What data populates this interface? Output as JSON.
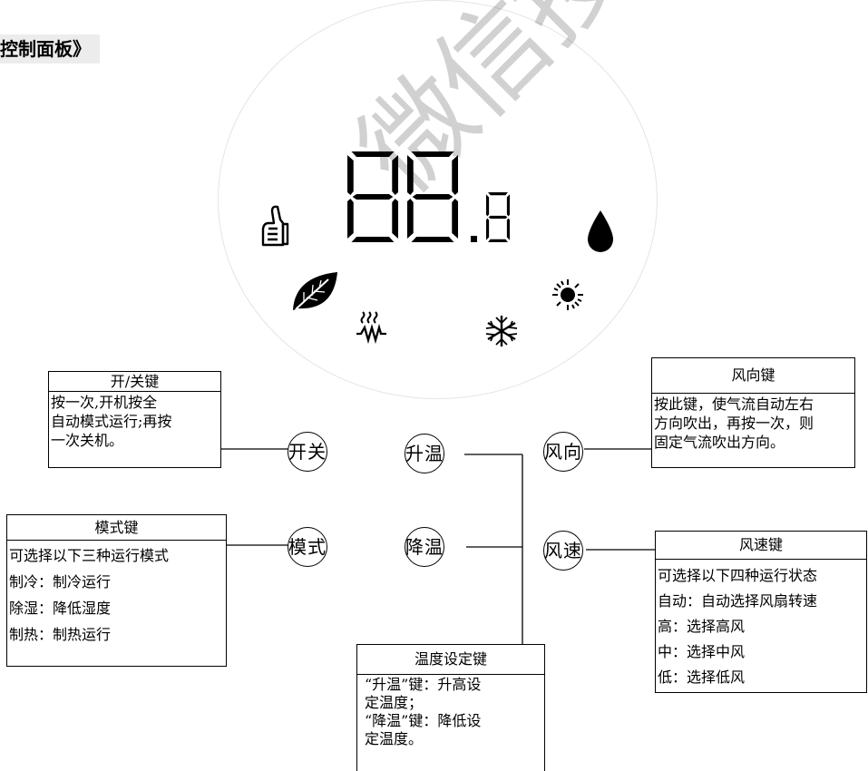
{
  "header": {
    "title": "控制面板》"
  },
  "display": {
    "digits": "88.8"
  },
  "icons": [
    "thumbs-up-icon",
    "leaf-icon",
    "heat-icon",
    "snowflake-icon",
    "sun-icon",
    "water-drop-icon"
  ],
  "buttons": {
    "power": "开关",
    "mode": "模式",
    "temp_up": "升温",
    "temp_down": "降温",
    "swing": "风向",
    "fan_speed": "风速"
  },
  "boxes": {
    "power": {
      "title": "开/关键",
      "lines": [
        " 按一次,开机按全",
        "自动模式运行;再按",
        "一次关机。"
      ]
    },
    "mode": {
      "title": "模式键",
      "lines": [
        "可选择以下三种运行模式",
        "制冷：制冷运行",
        "除湿：降低湿度",
        "制热：制热运行"
      ]
    },
    "temp": {
      "title": "温度设定键",
      "lines": [
        "“升温”键：升高设",
        "定温度；",
        "“降温”键：降低设",
        "定温度。"
      ]
    },
    "swing": {
      "title": "风向键",
      "lines": [
        "按此键，使气流自动左右",
        "方向吹出，再按一次，则",
        "固定气流吹出方向。"
      ]
    },
    "fan": {
      "title": "风速键",
      "lines": [
        "可选择以下四种运行状态",
        "自动：自动选择风扇转速",
        "高：选择高风",
        "中：选择中风",
        "低：选择低风"
      ]
    }
  },
  "watermark": "微信搜索",
  "colors": {
    "line": "#000000",
    "tab_bg": "#ececec",
    "watermark": "#000000"
  }
}
